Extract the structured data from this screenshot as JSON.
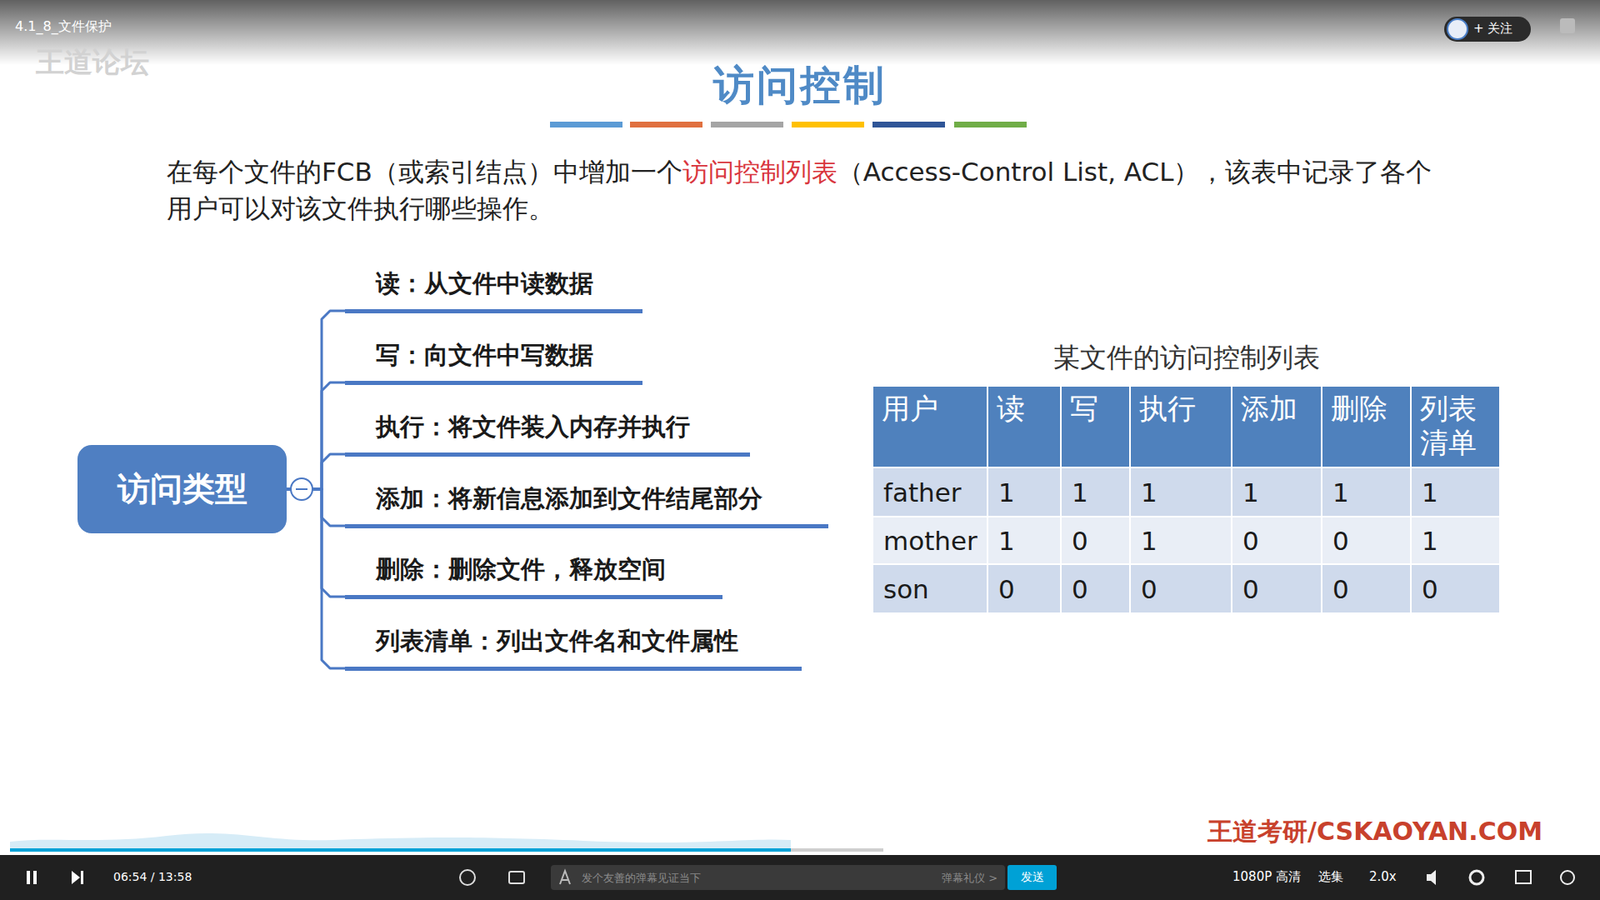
{
  "diagram": {
    "title": "访问控制",
    "nodes": [
      {
        "text": [
          "访问类型"
        ]
      },
      {
        "text": [
          "读：从文件中读数据"
        ]
      },
      {
        "text": [
          "写：向文件中写数据"
        ]
      },
      {
        "text": [
          "执行：将文件装入内存并执行"
        ]
      },
      {
        "text": [
          "添加：将新信息添加到文件结尾部分"
        ]
      },
      {
        "text": [
          "删除：删除文件，释放空间"
        ]
      },
      {
        "text": [
          "列表清单：列出文件名和文件属性"
        ]
      }
    ],
    "edges": [
      {
        "from": 0,
        "to": 1,
        "arrow": "none"
      },
      {
        "from": 0,
        "to": 2,
        "arrow": "none"
      },
      {
        "from": 0,
        "to": 3,
        "arrow": "none"
      },
      {
        "from": 0,
        "to": 4,
        "arrow": "none"
      },
      {
        "from": 0,
        "to": 5,
        "arrow": "none"
      },
      {
        "from": 0,
        "to": 6,
        "arrow": "none"
      }
    ],
    "labels": [
      "4.1_8_文件保护",
      "王道论坛",
      "+ 关注",
      "在每个文件的FCB（或索引结点）中增加一个",
      "访问控制列表",
      "（Access-Control List, ACL），该表中记录了各个用户可以对该文件执行哪些操作。",
      "某文件的访问控制列表",
      "用户",
      "读",
      "写",
      "执行",
      "添加",
      "删除",
      "列表 清单",
      "father",
      "1",
      "1",
      "1",
      "1",
      "1",
      "1",
      "mother",
      "1",
      "0",
      "1",
      "0",
      "0",
      "1",
      "son",
      "0",
      "0",
      "0",
      "0",
      "0",
      "0",
      "06:54 / 13:58",
      "发个友善的弹幕见证当下",
      "弹幕礼仪 >",
      "发送",
      "1080P 高清",
      "选集",
      "2.0x",
      "王道考研/CSKAOYAN.COM"
    ]
  }
}
